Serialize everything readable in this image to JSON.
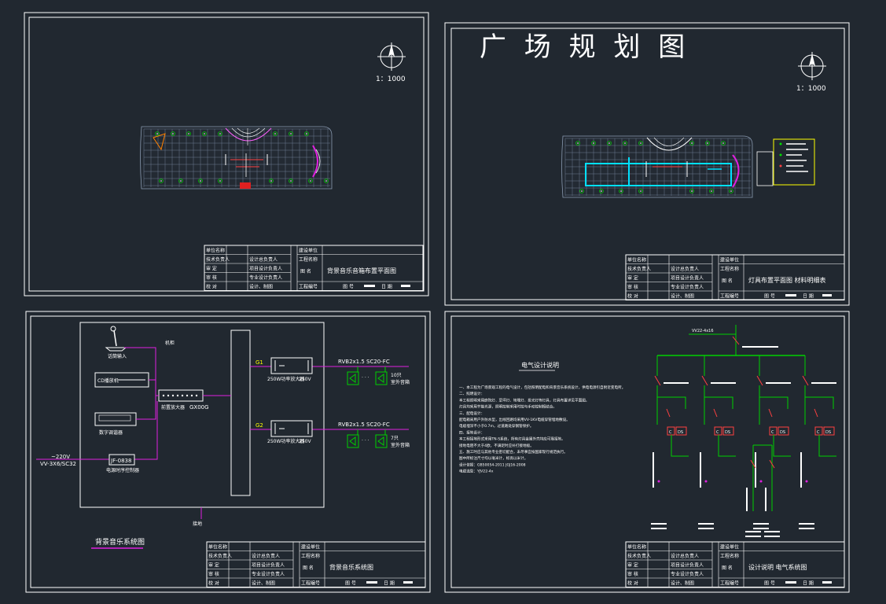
{
  "colors": {
    "background": "#212830",
    "frame": "#ffffff",
    "green": "#00d000",
    "magenta": "#e020e0",
    "red": "#e02020",
    "cyan": "#00e0ff",
    "yellow": "#ffff00"
  },
  "sheet1": {
    "scale": "1：1000",
    "title_block": {
      "r1": "单位名称",
      "r2": "技术负责人",
      "r3": "审 定",
      "r4": "审 核",
      "r5": "校 对",
      "c2_1": "设计总负责人",
      "c2_2": "项目设计负责人",
      "c2_3": "专业设计负责人",
      "c2_4": "设计、制图",
      "p1": "建设单位",
      "p2": "工程名称",
      "fig": "图 名",
      "fig_name": "背景音乐音箱布置平面图",
      "no": "工程编号",
      "sheet": "图 号",
      "date": "日 期"
    }
  },
  "sheet2": {
    "title": "广 场 规 划 图",
    "scale": "1：1000",
    "title_block": {
      "r1": "单位名称",
      "r2": "技术负责人",
      "r3": "审 定",
      "r4": "审 核",
      "r5": "校 对",
      "c2_1": "设计总负责人",
      "c2_2": "项目设计负责人",
      "c2_3": "专业设计负责人",
      "c2_4": "设计、制图",
      "p1": "建设单位",
      "p2": "工程名称",
      "fig": "图 名",
      "fig_name": "灯具布置平面图 材料明细表",
      "no": "工程编号",
      "sheet": "图 号",
      "date": "日 期"
    }
  },
  "sheet3": {
    "mic": "话筒输入",
    "cd": "CD播放机",
    "tuner": "数字调谐器",
    "mixer_label": "前置放大器",
    "mixer_code": "GX00G",
    "power_code": "JF-0838",
    "power_label": "电源时序控制器",
    "power_in1": "~220V",
    "power_in2": "VV-3X6/SC32",
    "cabinet": "机柜",
    "g1": "G1",
    "g2": "G2",
    "amp1_label": "250W功率放大器",
    "amp1_w": "250V",
    "amp2_label": "250W功率放大器",
    "amp2_w": "250V",
    "cable1": "RVB2x1.5  SC20-FC",
    "cable2": "RVB2x1.5  SC20-FC",
    "dots": "· · ·",
    "spk1_n": "10只",
    "spk1_t": "室外音箱",
    "spk2_n": "7只",
    "spk2_t": "室外音箱",
    "ground": "接地",
    "title": "背景音乐系统图",
    "title_block": {
      "r1": "单位名称",
      "r2": "技术负责人",
      "r3": "审 定",
      "r4": "审 核",
      "r5": "校 对",
      "c2_1": "设计总负责人",
      "c2_2": "项目设计负责人",
      "c2_3": "专业设计负责人",
      "c2_4": "设计、制图",
      "p1": "建设单位",
      "p2": "工程名称",
      "fig": "图 名",
      "fig_name": "背景音乐系统图",
      "no": "工程编号",
      "sheet": "图 号",
      "date": "日 期"
    }
  },
  "sheet4": {
    "notes_title": "电气设计说明",
    "notes": [
      "一、本工程为广场景观工程的电气设计，包括照明配电和背景音乐系统设计，供电电源引自附近变电所。",
      "二、照明设计：",
      "  本工程照明采用庭院灯、草坪灯、地埋灯、投光灯等灯具，灯具布置详见平面图。",
      "  灯具均采用节能光源，照明控制采用时控与手动控制相结合。",
      "三、配电设计：",
      "  配电箱采用户外防水型，出线回路均采用VV-1KV电缆穿管埋地敷设。",
      "  电缆埋深不小于0.7m，过道路处穿钢管保护。",
      "四、接地设计：",
      "  本工程接地形式采用TN-S系统，所有灯具金属外壳均应可靠接地。",
      "  接地电阻不大于4欧，不满足时应补打接地极。",
      "五、施工时应与其他专业密切配合，未尽事宜按国家现行规范执行。",
      "  图中所标注尺寸均以毫米计，标高以米计。",
      "  设计依据：GB50054-2011 JGJ16-2008",
      "  电缆选型：YJV22-4x"
    ],
    "incoming": "VV22-4x16",
    "labels": [
      "C",
      "DS",
      "C",
      "DS",
      "C",
      "DS",
      "C",
      "DS"
    ],
    "title_block": {
      "r1": "单位名称",
      "r2": "技术负责人",
      "r3": "审 定",
      "r4": "审 核",
      "r5": "校 对",
      "c2_1": "设计总负责人",
      "c2_2": "项目设计负责人",
      "c2_3": "专业设计负责人",
      "c2_4": "设计、制图",
      "p1": "建设单位",
      "p2": "工程名称",
      "fig": "图 名",
      "fig_name": "设计说明 电气系统图",
      "no": "工程编号",
      "sheet": "图 号",
      "date": "日 期"
    }
  }
}
